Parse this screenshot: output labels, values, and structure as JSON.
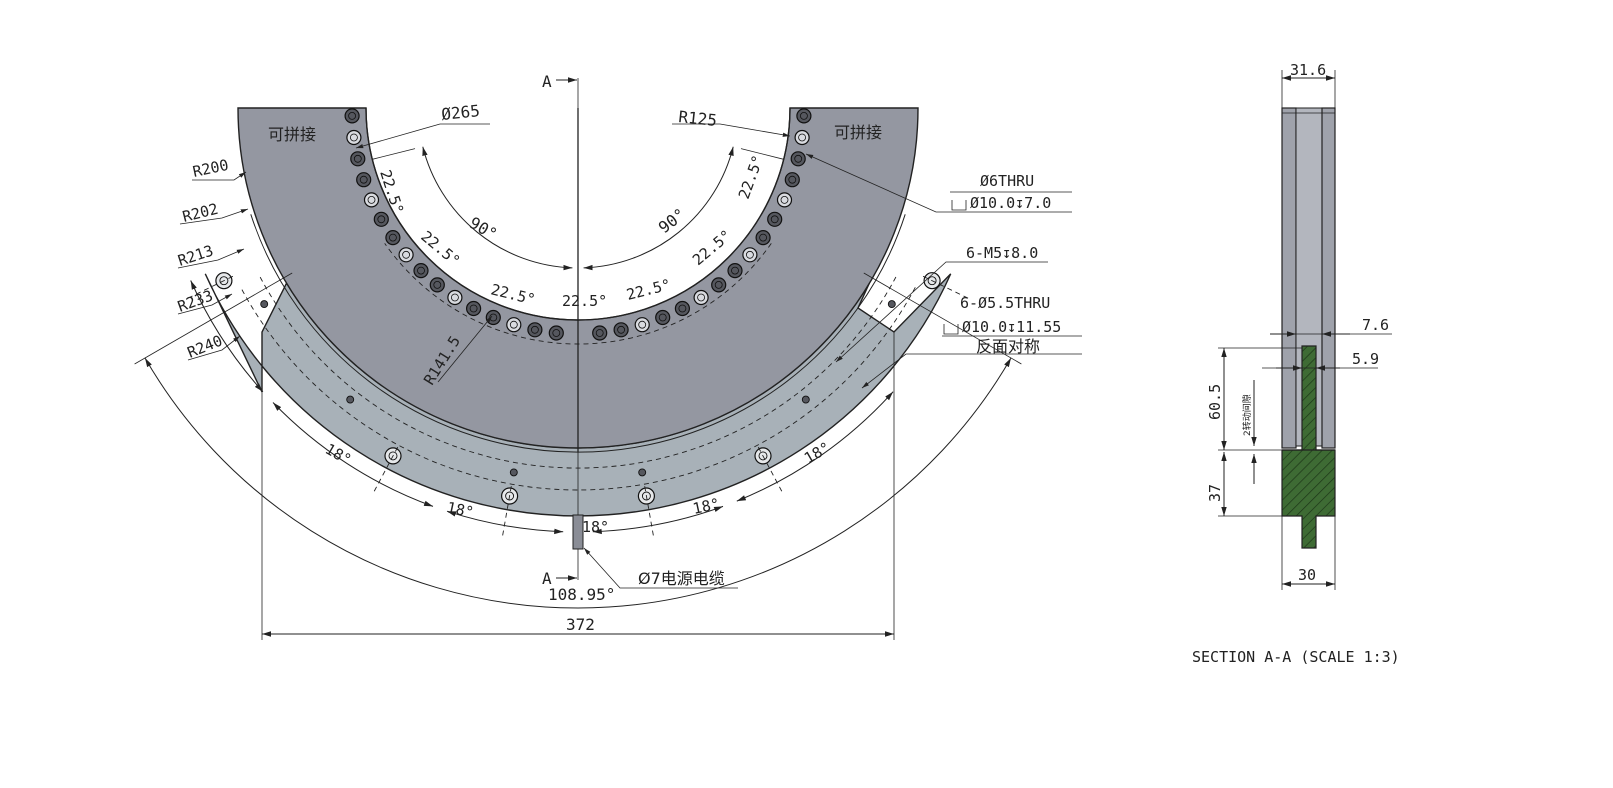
{
  "dims": {
    "d265": "Ø265",
    "r125": "R125",
    "r200": "R200",
    "r202": "R202",
    "r213": "R213",
    "r233": "R233",
    "r240": "R240",
    "r141": "R141.5",
    "a90": "90°",
    "a225": "22.5°",
    "a18": "18°",
    "a10895": "108.95°",
    "w372": "372"
  },
  "labels": {
    "splice": "可拼接",
    "section_mark": "A",
    "cable": "Ø7电源电缆"
  },
  "callouts": {
    "thru6": "Ø6THRU",
    "cbore1": "Ø10.0↧7.0",
    "m5": "6-M5↧8.0",
    "thru55": "6-Ø5.5THRU",
    "cbore2": "Ø10.0↧11.55",
    "mirror": "反面对称"
  },
  "section": {
    "w316": "31.6",
    "w76": "7.6",
    "w59": "5.9",
    "h605": "60.5",
    "gap": "2转动间隙",
    "h37": "37",
    "w30": "30",
    "caption": "SECTION A-A (SCALE 1:3)"
  },
  "colors": {
    "ring": "#9497a1",
    "flange": "#a8b1b8",
    "hatch": "#3e6b34",
    "section": "#9fa2ab"
  }
}
